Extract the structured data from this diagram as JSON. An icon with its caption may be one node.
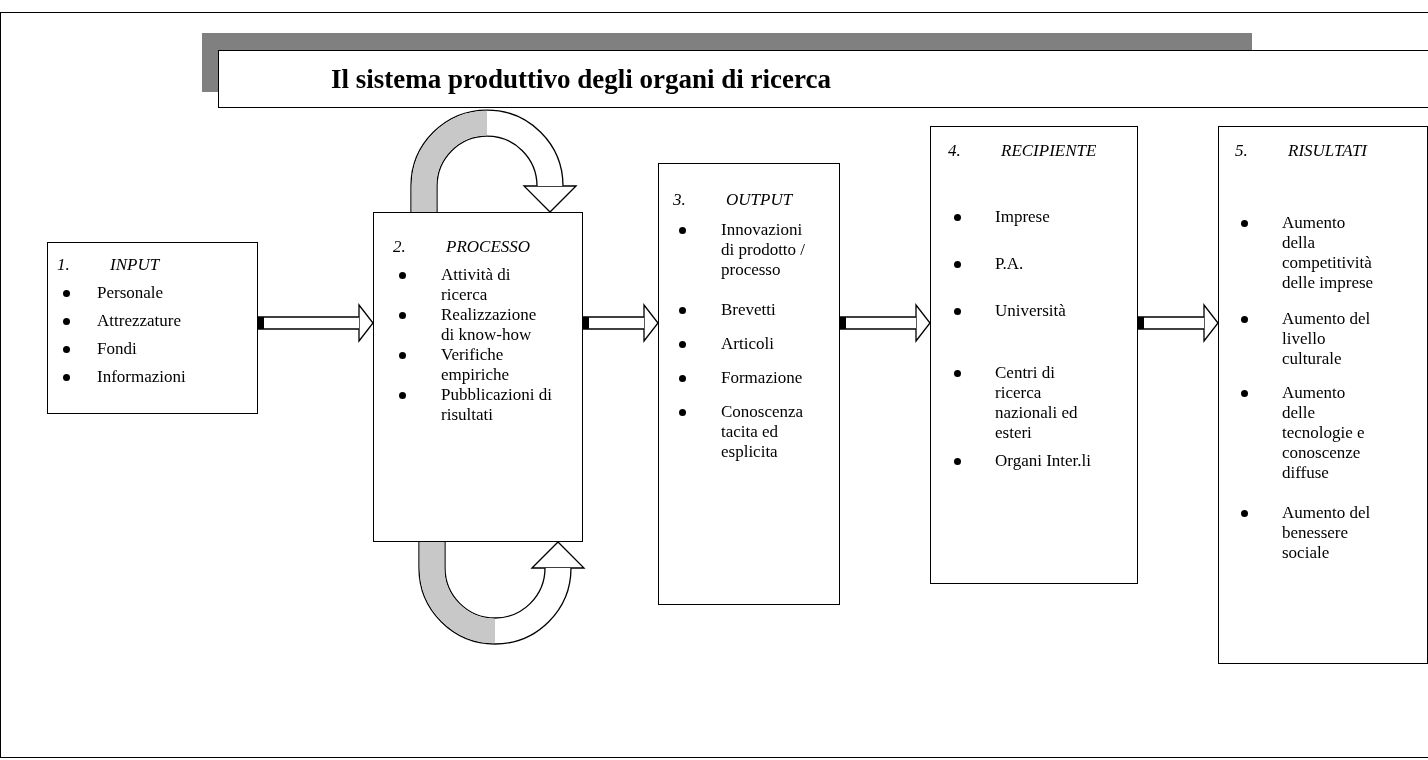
{
  "diagram": {
    "title": "Il sistema produttivo degli organi di ricerca",
    "nodes": [
      {
        "text": [
          "1. INPUT",
          "Personale",
          "Attrezzature",
          "Fondi",
          "Informazioni"
        ]
      },
      {
        "text": [
          "2. PROCESSO",
          "Attività di ricerca",
          "Realizzazione di know-how",
          "Verifiche empiriche",
          "Pubblicazioni di risultati"
        ]
      },
      {
        "text": [
          "3. OUTPUT",
          "Innovazioni di prodotto / processo",
          "Brevetti",
          "Articoli",
          "Formazione",
          "Conoscenza tacita ed esplicita"
        ]
      },
      {
        "text": [
          "4. RECIPIENTE",
          "Imprese",
          "P.A.",
          "Università",
          "Centri di ricerca nazionali ed esteri",
          "Organi Inter.li"
        ]
      },
      {
        "text": [
          "5. RISULTATI",
          "Aumento della competitività delle imprese",
          "Aumento del livello culturale",
          "Aumento delle tecnologie e conoscenze diffuse",
          "Aumento del benessere sociale"
        ]
      }
    ],
    "edges": [
      {
        "from": 0,
        "to": 1,
        "arrow": "to"
      },
      {
        "from": 1,
        "to": 2,
        "arrow": "to"
      },
      {
        "from": 2,
        "to": 3,
        "arrow": "to"
      },
      {
        "from": 3,
        "to": 4,
        "arrow": "to"
      },
      {
        "from": 1,
        "to": 1,
        "arrow": "to",
        "style": "thick"
      },
      {
        "from": 1,
        "to": 1,
        "arrow": "to",
        "style": "thick"
      }
    ]
  }
}
